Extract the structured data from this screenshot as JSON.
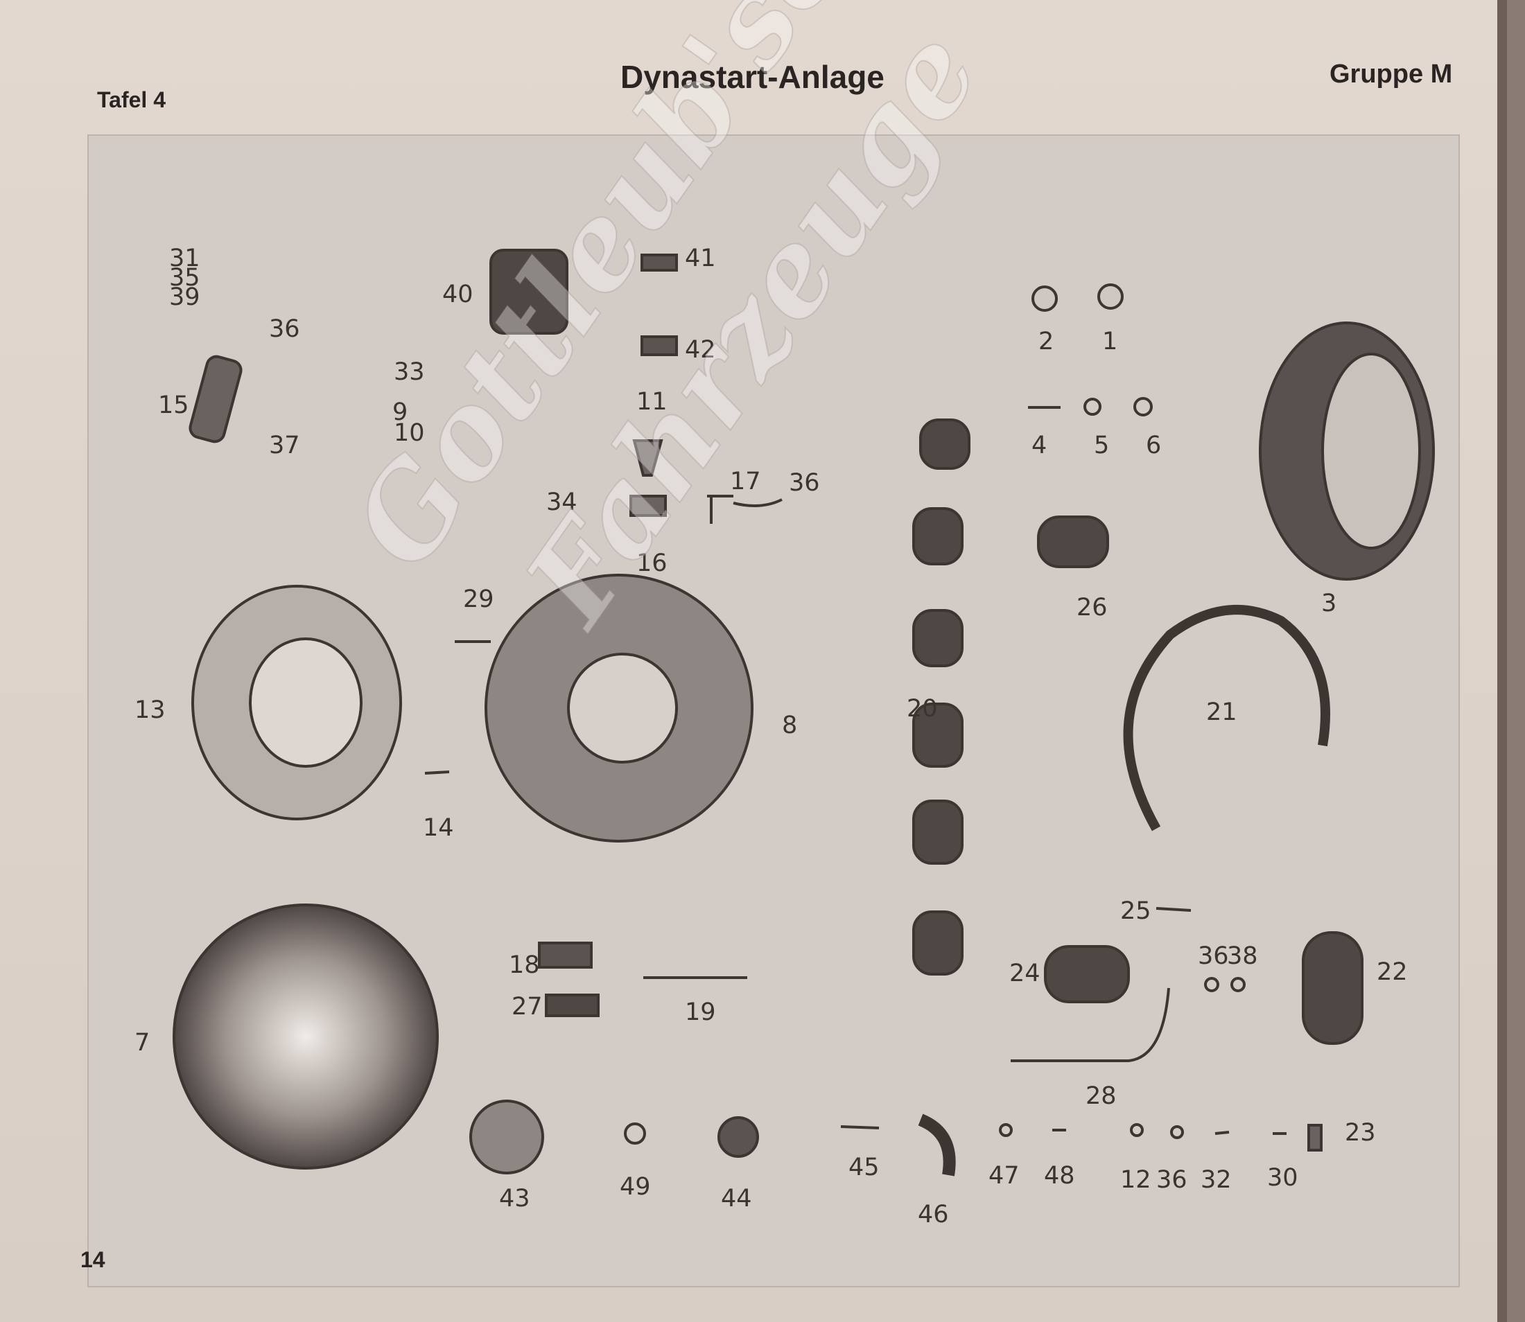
{
  "header": {
    "plate_label": "Tafel 4",
    "title": "Dynastart-Anlage",
    "group": "Gruppe M"
  },
  "page_number": "14",
  "watermark": [
    "Gottleub'sche",
    "Fahrzeuge"
  ],
  "callouts": [
    "31",
    "35",
    "39",
    "36",
    "33",
    "15",
    "9",
    "37",
    "10",
    "40",
    "41",
    "42",
    "11",
    "34",
    "16",
    "17",
    "36",
    "2",
    "1",
    "4",
    "5",
    "6",
    "26",
    "3",
    "29",
    "13",
    "8",
    "20",
    "21",
    "14",
    "25",
    "18",
    "19",
    "27",
    "24",
    "36",
    "38",
    "22",
    "7",
    "28",
    "43",
    "49",
    "44",
    "45",
    "46",
    "47",
    "48",
    "12",
    "36",
    "32",
    "30",
    "23"
  ]
}
